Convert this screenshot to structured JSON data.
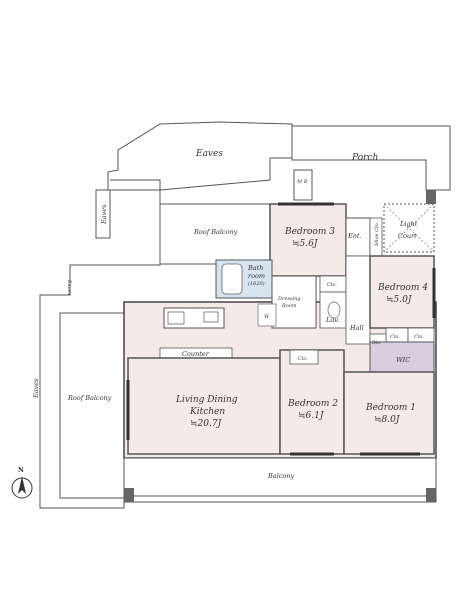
{
  "rooms": {
    "eaves_top": "Eaves",
    "eaves_left_small": "Eaves",
    "eaves_left": "Eaves",
    "eaves_tiny": "Eaves",
    "porch": "Porch",
    "mb": "M B",
    "roof_balcony_top": "Roof Balcony",
    "roof_balcony_left": "Roof Balcony",
    "bedroom3_name": "Bedroom 3",
    "bedroom3_size": "≒5.6J",
    "ent": "Ent.",
    "shoe_clo": "Shoe Clo.",
    "light_court_1": "Light",
    "light_court_2": "Court",
    "bath_1": "Bath",
    "bath_2": "room",
    "bath_3": "(1620)",
    "clo_lav": "Clo.",
    "dressing_1": "Dressing",
    "dressing_2": "Room",
    "lav": "Lav.",
    "w": "W",
    "hall": "Hall",
    "bedroom4_name": "Bedroom 4",
    "bedroom4_size": "≒5.0J",
    "clo_a": "Clo.",
    "clo_b": "Clo.",
    "sto": "Sto",
    "wic": "WIC",
    "counter": "Counter",
    "clo_bed2": "Clo.",
    "ldk_1": "Living Dining",
    "ldk_2": "Kitchen",
    "ldk_size": "≒20.7J",
    "bedroom2_name": "Bedroom 2",
    "bedroom2_size": "≒6.1J",
    "bedroom1_name": "Bedroom 1",
    "bedroom1_size": "≒8.0J",
    "balcony": "Balcony",
    "north": "N"
  },
  "colors": {
    "room_fill": "#f5eaea",
    "wic_fill": "#d9cde0",
    "bath_fill": "#d7e3ef",
    "wall": "#8a8a8a",
    "outline": "#444444"
  }
}
